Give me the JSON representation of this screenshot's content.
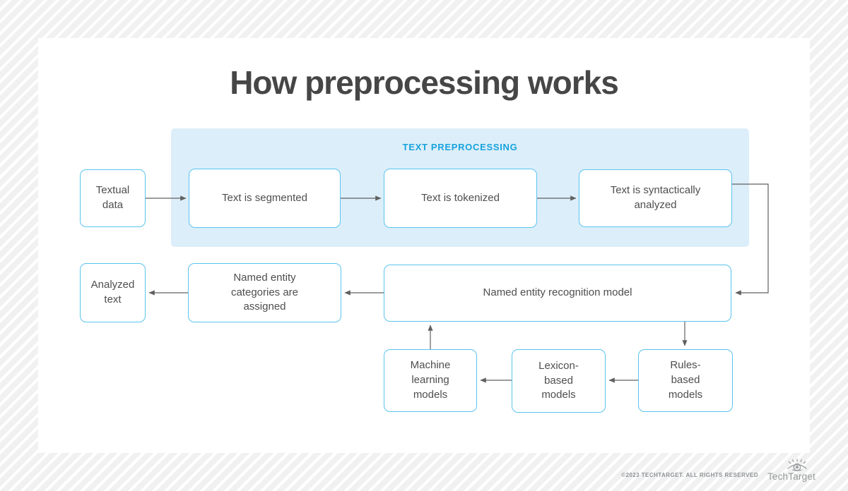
{
  "title": "How preprocessing works",
  "diagram": {
    "band_label": "TEXT PREPROCESSING",
    "nodes": {
      "textual_data": {
        "label": "Textual data"
      },
      "segmented": {
        "label": "Text is segmented"
      },
      "tokenized": {
        "label": "Text is tokenized"
      },
      "syntactic": {
        "label": "Text is syntactically analyzed"
      },
      "analyzed_text": {
        "label": "Analyzed text"
      },
      "categories": {
        "label": "Named entity categories are assigned"
      },
      "ner_model": {
        "label": "Named entity recognition model"
      },
      "ml_models": {
        "label": "Machine learning models"
      },
      "lexicon_models": {
        "label": "Lexicon-based models"
      },
      "rules_models": {
        "label": "Rules-based models"
      }
    },
    "edges": [
      {
        "from": "textual_data",
        "to": "segmented"
      },
      {
        "from": "segmented",
        "to": "tokenized"
      },
      {
        "from": "tokenized",
        "to": "syntactic"
      },
      {
        "from": "syntactic",
        "to": "ner_model"
      },
      {
        "from": "ner_model",
        "to": "categories"
      },
      {
        "from": "categories",
        "to": "analyzed_text"
      },
      {
        "from": "ner_model",
        "to": "rules_models"
      },
      {
        "from": "rules_models",
        "to": "lexicon_models"
      },
      {
        "from": "lexicon_models",
        "to": "ml_models"
      },
      {
        "from": "ml_models",
        "to": "ner_model"
      }
    ],
    "colors": {
      "box_border": "#5bc4ee",
      "band_background": "#dceef9",
      "band_label_text": "#17a3de",
      "box_text": "#4e4e4e",
      "title_text": "#464646",
      "arrow": "#606060"
    }
  },
  "footer": {
    "copyright": "©2023 TECHTARGET. ALL RIGHTS RESERVED",
    "brand": "TechTarget"
  }
}
